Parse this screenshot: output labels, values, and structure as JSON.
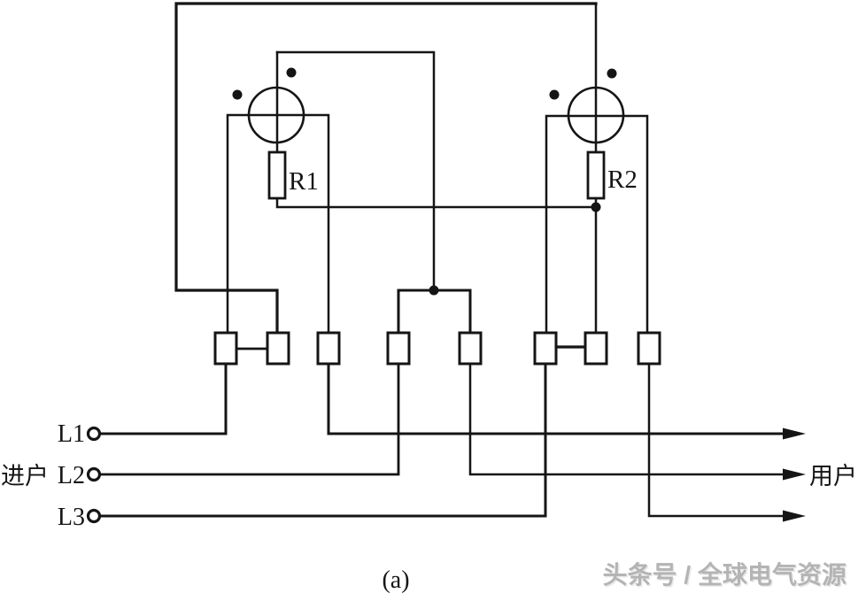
{
  "diagram": {
    "type": "circuit-wiring-diagram",
    "caption": "(a)",
    "watermark": "头条号 / 全球电气资源",
    "meters": [
      {
        "name": "meter-element-1",
        "resistor_label": "R1",
        "polarity_dots": 2
      },
      {
        "name": "meter-element-2",
        "resistor_label": "R2",
        "polarity_dots": 2
      }
    ],
    "terminal_count": 8,
    "supply_label": "进户",
    "load_label": "用户",
    "phase_lines": [
      "L1",
      "L2",
      "L3"
    ]
  },
  "labels": {
    "resistor1": "R1",
    "resistor2": "R2",
    "line1": "L1",
    "line2": "L2",
    "line3": "L3",
    "incoming": "进户",
    "outgoing": "用户"
  },
  "caption": "(a)",
  "watermark": "头条号 / 全球电气资源",
  "colors": {
    "ink": "#151515",
    "background": "#ffffff",
    "watermark": "#b4b4b4"
  }
}
